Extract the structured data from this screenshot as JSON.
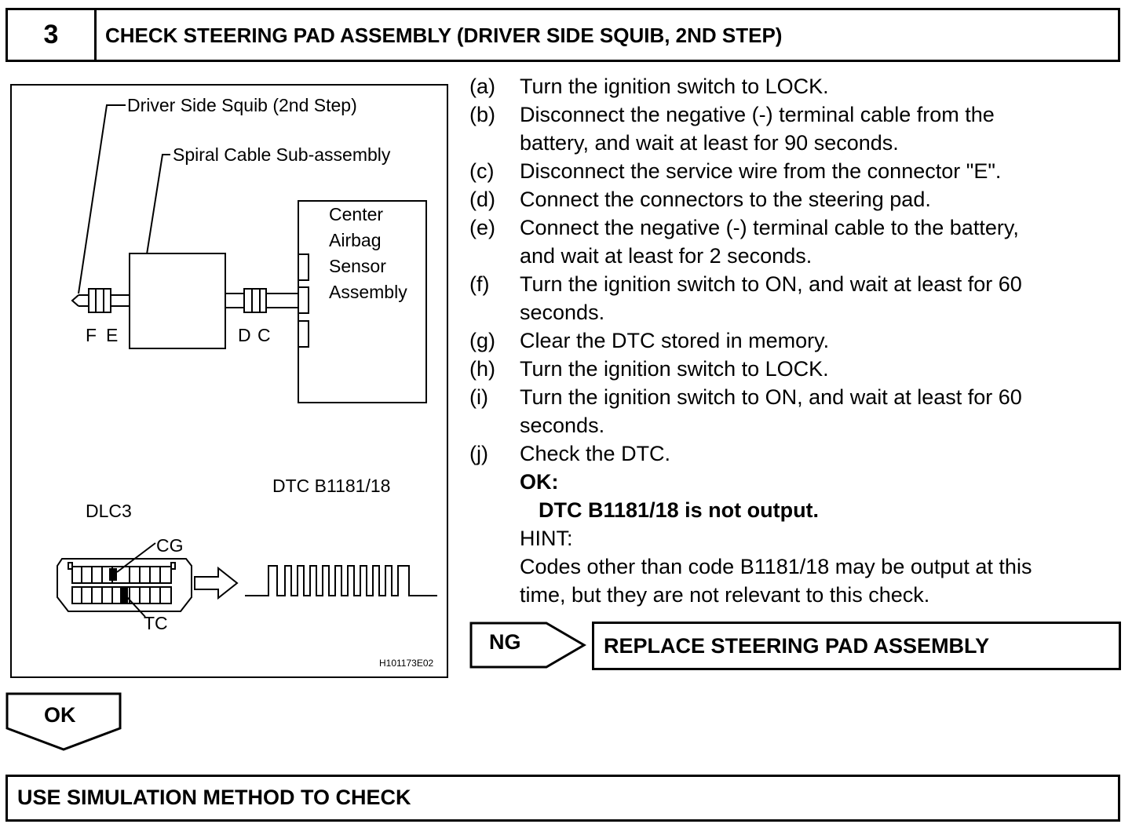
{
  "header": {
    "step_number": "3",
    "title": "CHECK STEERING PAD ASSEMBLY (DRIVER SIDE SQUIB, 2ND STEP)"
  },
  "figure": {
    "label_squib": "Driver Side Squib (2nd Step)",
    "label_spiral": "Spiral Cable Sub-assembly",
    "label_center_1": "Center",
    "label_center_2": "Airbag",
    "label_center_3": "Sensor",
    "label_center_4": "Assembly",
    "label_f": "F",
    "label_e": "E",
    "label_d": "D",
    "label_c": "C",
    "label_dtc": "DTC B1181/18",
    "label_dlc3": "DLC3",
    "label_cg": "CG",
    "label_tc": "TC",
    "figure_id": "H101173E02"
  },
  "steps": [
    {
      "label": "(a)",
      "lines": [
        "Turn the ignition switch to LOCK."
      ]
    },
    {
      "label": "(b)",
      "lines": [
        "Disconnect the negative (-) terminal cable from the",
        "battery, and wait at least for 90 seconds."
      ]
    },
    {
      "label": "(c)",
      "lines": [
        "Disconnect the service wire from the connector \"E\"."
      ]
    },
    {
      "label": "(d)",
      "lines": [
        "Connect the connectors to the steering pad."
      ]
    },
    {
      "label": "(e)",
      "lines": [
        "Connect the negative (-) terminal cable to the battery,",
        "and wait at least for 2 seconds."
      ]
    },
    {
      "label": "(f)",
      "lines": [
        "Turn the ignition switch to ON, and wait at least for 60",
        "seconds."
      ]
    },
    {
      "label": "(g)",
      "lines": [
        "Clear the DTC stored in memory."
      ]
    },
    {
      "label": "(h)",
      "lines": [
        "Turn the ignition switch to LOCK."
      ]
    },
    {
      "label": "(i)",
      "lines": [
        "Turn the ignition switch to ON, and wait at least for 60",
        "seconds."
      ]
    },
    {
      "label": "(j)",
      "lines": [
        "Check the DTC."
      ]
    }
  ],
  "result": {
    "ok_label": "OK:",
    "ok_text": "DTC B1181/18 is not output.",
    "hint_label": "HINT:",
    "hint_line1": "Codes other than code B1181/18 may be output at this",
    "hint_line2": "time, but they are not relevant to this check."
  },
  "ng": {
    "tag": "NG",
    "action": "REPLACE STEERING PAD ASSEMBLY"
  },
  "ok": {
    "tag": "OK",
    "action": "USE SIMULATION METHOD TO CHECK"
  }
}
